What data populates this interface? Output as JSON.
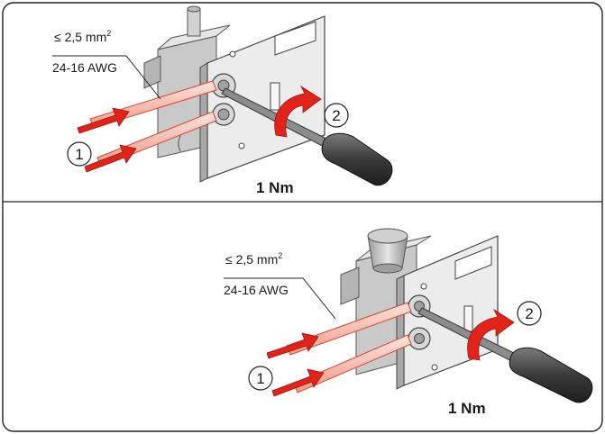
{
  "top": {
    "wire_size": "≤ 2,5 mm",
    "wire_size_exp": "2",
    "awg": "24-16 AWG",
    "step1": "1",
    "step2": "2",
    "torque": "1 Nm"
  },
  "bottom": {
    "wire_size": "≤ 2,5 mm",
    "wire_size_exp": "2",
    "awg": "24-16 AWG",
    "step1": "1",
    "step2": "2",
    "torque": "1 Nm"
  },
  "colors": {
    "frame": "#222222",
    "wire_core": "#f6b8aa",
    "wire_edge": "#d9442f",
    "arrow": "#e2231a",
    "metal": "#d6d6d6",
    "metal_dark": "#9a9a9a",
    "handle": "#4a4a4a"
  }
}
